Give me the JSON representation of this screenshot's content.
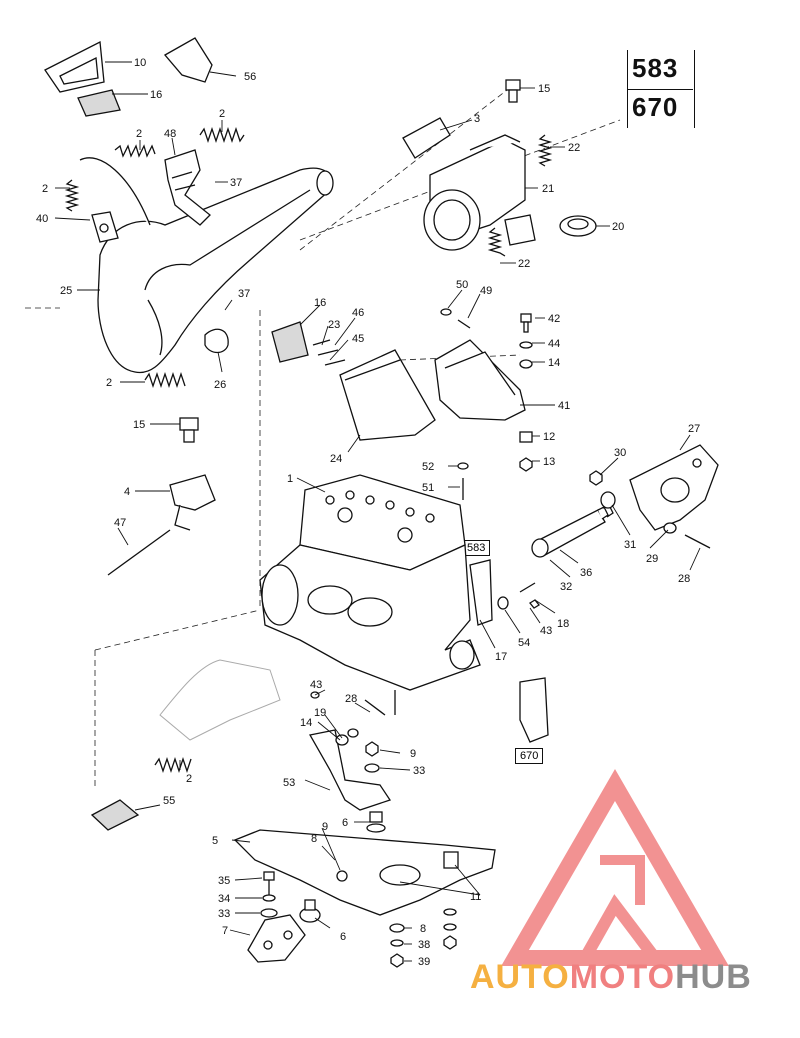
{
  "model_box": {
    "top": "583",
    "bottom": "670"
  },
  "variant_labels": {
    "a": "583",
    "b": "670"
  },
  "watermark": {
    "part1": "AUTO",
    "part2": "MOTO",
    "part3": "HUB"
  },
  "callouts": {
    "c10": "10",
    "c56": "56",
    "c16a": "16",
    "c2a": "2",
    "c2b": "2",
    "c48": "48",
    "c37a": "37",
    "c2c": "2",
    "c40": "40",
    "c25": "25",
    "c37b": "37",
    "c2d": "2",
    "c26": "26",
    "c15a": "15",
    "c3": "3",
    "c22a": "22",
    "c21": "21",
    "c20": "20",
    "c22b": "22",
    "c50": "50",
    "c49": "49",
    "c42": "42",
    "c44": "44",
    "c14a": "14",
    "c16b": "16",
    "c23": "23",
    "c46": "46",
    "c45": "45",
    "c41": "41",
    "c24": "24",
    "c12": "12",
    "c52": "52",
    "c13": "13",
    "c51": "51",
    "c15b": "15",
    "c4": "4",
    "c47": "47",
    "c1": "1",
    "c27": "27",
    "c30": "30",
    "c31": "31",
    "c29": "29",
    "c28a": "28",
    "c36": "36",
    "c32": "32",
    "c18": "18",
    "c43a": "43",
    "c54": "54",
    "c17": "17",
    "c43b": "43",
    "c28b": "28",
    "c19": "19",
    "c14b": "14",
    "c9a": "9",
    "c33a": "33",
    "c53": "53",
    "c2e": "2",
    "c55": "55",
    "c6a": "6",
    "c5": "5",
    "c9b": "9",
    "c8a": "8",
    "c11": "11",
    "c35": "35",
    "c34": "34",
    "c33b": "33",
    "c7": "7",
    "c6b": "6",
    "c8b": "8",
    "c38": "38",
    "c39": "39"
  },
  "colors": {
    "line": "#111111",
    "watermark_red": "#f08080",
    "watermark_orange": "#f5b041",
    "watermark_grey": "#8c8c8c"
  }
}
